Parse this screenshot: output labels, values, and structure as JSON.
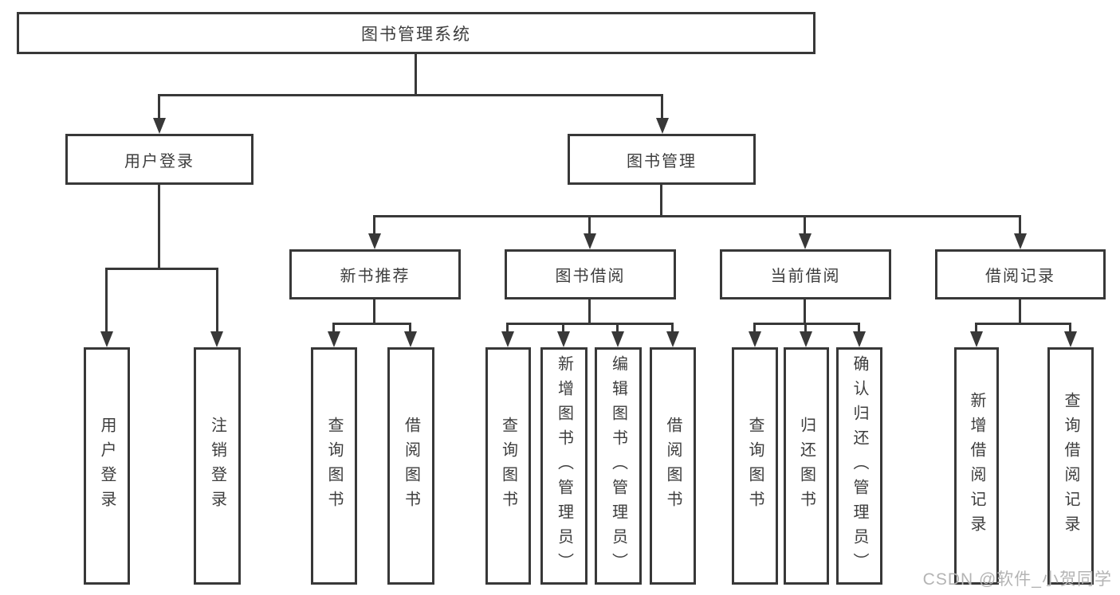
{
  "diagram": {
    "root": "图书管理系统",
    "login_branch": {
      "label": "用户登录",
      "children": [
        "用户登录",
        "注销登录"
      ]
    },
    "mgmt_branch": {
      "label": "图书管理",
      "groups": [
        {
          "label": "新书推荐",
          "children": [
            "查询图书",
            "借阅图书"
          ]
        },
        {
          "label": "图书借阅",
          "children": [
            "查询图书",
            "新增图书（管理员）",
            "编辑图书（管理员）",
            "借阅图书"
          ]
        },
        {
          "label": "当前借阅",
          "children": [
            "查询图书",
            "归还图书",
            "确认归还（管理员）"
          ]
        },
        {
          "label": "借阅记录",
          "children": [
            "新增借阅记录",
            "查询借阅记录"
          ]
        }
      ]
    }
  },
  "watermark": "CSDN @软件_小贺同学",
  "colors": {
    "line": "#383838",
    "text": "#3d3d3d",
    "watermark": "#b4b4b4",
    "background": "#ffffff"
  }
}
